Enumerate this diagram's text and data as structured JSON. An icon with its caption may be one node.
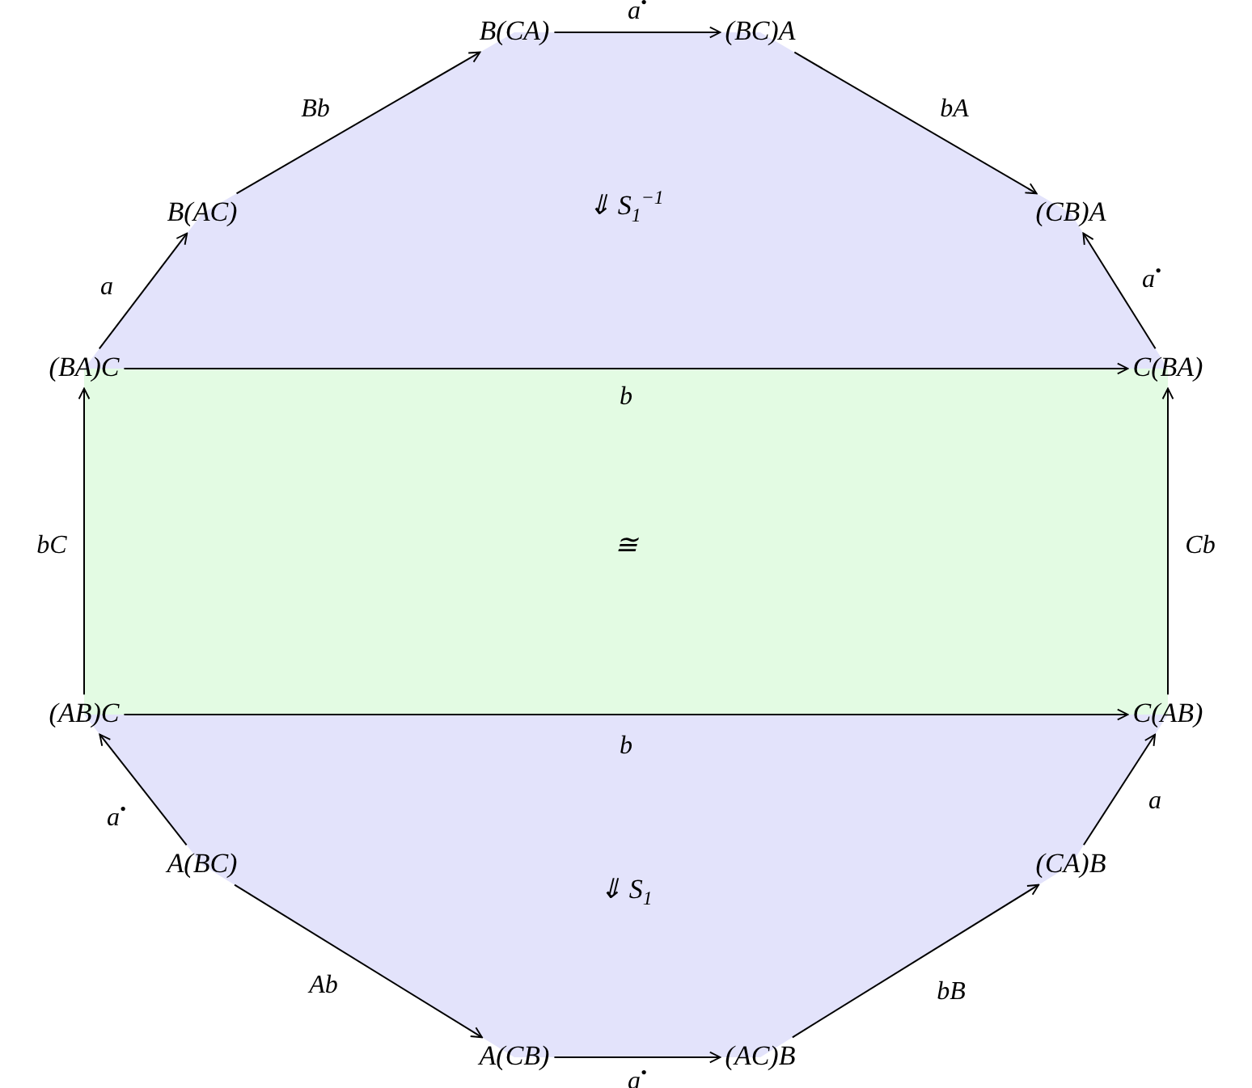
{
  "diagram": {
    "nodes": [
      {
        "text": [
          "B(CA)"
        ]
      },
      {
        "text": [
          "(BC)A"
        ]
      },
      {
        "text": [
          "B(AC)"
        ]
      },
      {
        "text": [
          "(CB)A"
        ]
      },
      {
        "text": [
          "(BA)C"
        ]
      },
      {
        "text": [
          "C(BA)"
        ]
      },
      {
        "text": [
          "(AB)C"
        ]
      },
      {
        "text": [
          "C(AB)"
        ]
      },
      {
        "text": [
          "A(BC)"
        ]
      },
      {
        "text": [
          "(CA)B"
        ]
      },
      {
        "text": [
          "A(CB)"
        ]
      },
      {
        "text": [
          "(AC)B"
        ]
      }
    ],
    "edges": [
      {
        "from": 2,
        "to": 0,
        "arrow": "to",
        "label": "Bb"
      },
      {
        "from": 0,
        "to": 1,
        "arrow": "to",
        "label": "a$^{•}$"
      },
      {
        "from": 1,
        "to": 3,
        "arrow": "to",
        "label": "bA"
      },
      {
        "from": 5,
        "to": 3,
        "arrow": "to",
        "label": "a$^{•}$"
      },
      {
        "from": 4,
        "to": 2,
        "arrow": "to",
        "label": "a"
      },
      {
        "from": 4,
        "to": 5,
        "arrow": "to",
        "label": "b"
      },
      {
        "from": 6,
        "to": 4,
        "arrow": "to",
        "label": "bC"
      },
      {
        "from": 7,
        "to": 5,
        "arrow": "to",
        "label": "Cb"
      },
      {
        "from": 6,
        "to": 7,
        "arrow": "to",
        "label": "b"
      },
      {
        "from": 8,
        "to": 6,
        "arrow": "to",
        "label": "a$^{•}$"
      },
      {
        "from": 8,
        "to": 10,
        "arrow": "to",
        "label": "Ab"
      },
      {
        "from": 10,
        "to": 11,
        "arrow": "to",
        "label": "a$^{•}$"
      },
      {
        "from": 11,
        "to": 9,
        "arrow": "to",
        "label": "bB"
      },
      {
        "from": 9,
        "to": 7,
        "arrow": "to",
        "label": "a"
      }
    ],
    "labels": [
      "⇓ S$_{1}$$^{−1}$",
      "≅",
      "⇓ S$_{1}$"
    ]
  }
}
